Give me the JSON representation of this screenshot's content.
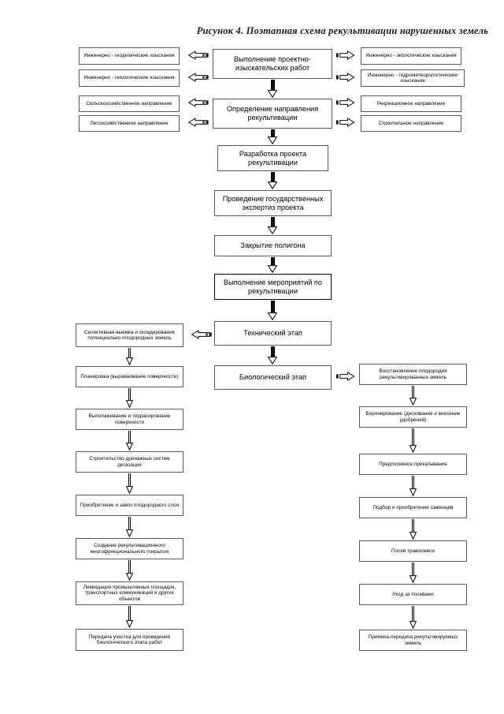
{
  "figure": {
    "title": "Рисунок 4. Поэтапная схема рекультивации нарушенных земель",
    "type": "flowchart",
    "language": "ru"
  },
  "colors": {
    "background": "#ffffff",
    "box_border": "#5a5a5a",
    "box_border_strong": "#000000",
    "text": "#000000",
    "arrow_outline": "#000000",
    "arrow_fill": "#ffffff"
  },
  "center_spine": {
    "name": "main-process-chain",
    "nodes": [
      {
        "id": "c1",
        "label": "Выполнение проектно-изыскательских работ"
      },
      {
        "id": "c2",
        "label": "Определение направления рекультивации"
      },
      {
        "id": "c3",
        "label": "Разработка проекта рекультивации"
      },
      {
        "id": "c4",
        "label": "Проведение государственных экспертиз проекта"
      },
      {
        "id": "c5",
        "label": "Закрытие полигона"
      },
      {
        "id": "c6",
        "label": "Выполнение мероприятий по рекультивации",
        "emphasis": true
      },
      {
        "id": "c7",
        "label": "Технический этап"
      },
      {
        "id": "c8",
        "label": "Биологический этап"
      }
    ]
  },
  "survey_inputs_left": {
    "name": "engineering-surveys-left",
    "items": [
      {
        "id": "l1",
        "label": "Инженерно - геодезические изыскания"
      },
      {
        "id": "l2",
        "label": "Инженерно - геологические изыскания"
      }
    ]
  },
  "survey_inputs_right": {
    "name": "engineering-surveys-right",
    "items": [
      {
        "id": "r1",
        "label": "Инженерно - экологические изыскания"
      },
      {
        "id": "r2",
        "label": "Инженерно - гидрометеорологические изыскания"
      }
    ]
  },
  "directions_left": {
    "name": "reclamation-directions-left",
    "items": [
      {
        "id": "l3",
        "label": "Сельскохозяйственное направление"
      },
      {
        "id": "l4",
        "label": "Лесохозяйственное направление"
      }
    ]
  },
  "directions_right": {
    "name": "reclamation-directions-right",
    "items": [
      {
        "id": "r3",
        "label": "Рекреационное направление"
      },
      {
        "id": "r4",
        "label": "Строительное направление"
      }
    ]
  },
  "technical_stage": {
    "name": "technical-stage-chain",
    "heading_ref": "Технический этап",
    "steps": [
      {
        "id": "t1",
        "label": "Селективная выемка и складирование потенциально плодородных земель"
      },
      {
        "id": "t2",
        "label": "Планировка (выравнивание поверхности)"
      },
      {
        "id": "t3",
        "label": "Выполаживание и террасирование поверхности"
      },
      {
        "id": "t4",
        "label": "Строительство дренажных систем дегазация"
      },
      {
        "id": "t5",
        "label": "Приобретение и завоз плодородного слоя"
      },
      {
        "id": "t6",
        "label": "Создание рекультивационного многофункционального покрытия"
      },
      {
        "id": "t7",
        "label": "Ликвидация промышленных площадок, транспортных коммуникаций и других объектов"
      },
      {
        "id": "t8",
        "label": "Передача участка для проведения биологического этапа работ"
      }
    ]
  },
  "biological_stage": {
    "name": "biological-stage-chain",
    "heading_ref": "Биологический этап",
    "steps": [
      {
        "id": "b1",
        "label": "Восстановление плодородия рекультивированных земель"
      },
      {
        "id": "b2",
        "label": "Боронирование (дискование и внесение удобрений)"
      },
      {
        "id": "b3",
        "label": "Предпосевное прикатывание"
      },
      {
        "id": "b4",
        "label": "Подбор и приобретение саженцев"
      },
      {
        "id": "b5",
        "label": "Посев травосмеси"
      },
      {
        "id": "b6",
        "label": "Уход за посевами"
      },
      {
        "id": "b7",
        "label": "Приемка-передача рекультивируемых земель"
      }
    ]
  },
  "connectors": {
    "down_arrow_icon": "arrow-down-block-icon",
    "left_arrow_icon": "arrow-left-block-icon",
    "right_arrow_icon": "arrow-right-block-icon"
  }
}
